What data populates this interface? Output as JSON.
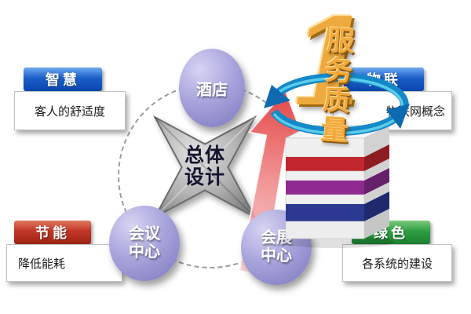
{
  "star": {
    "label": "总体设计"
  },
  "nodes": {
    "hotel": {
      "label": "酒店"
    },
    "conference": {
      "label": "会议中心"
    },
    "exhibition": {
      "label": "会展中心"
    }
  },
  "callouts": {
    "smart": {
      "title": "智慧",
      "body": "客人的舒适度",
      "header_color": "#1a5fc9"
    },
    "energy": {
      "title": "节能",
      "body": "降低能耗",
      "header_color": "#c03525"
    },
    "iot": {
      "title": "物联",
      "body": "物联网概念",
      "header_color": "#1a5fc9"
    },
    "green": {
      "title": "绿色",
      "body": "各系统的建设",
      "header_color": "#2f9e41"
    }
  },
  "banner": {
    "numeral": "1",
    "text": "服务质量",
    "color": "#eeaa3e"
  },
  "accents": {
    "node_purple": "#8a87c8",
    "rise_arrow_red": "#e23b3b",
    "rotation_arrow_blue": "#1488c8",
    "stack_red": "#c1272d",
    "stack_purple": "#8e2a90",
    "stack_blue": "#2b3990"
  }
}
